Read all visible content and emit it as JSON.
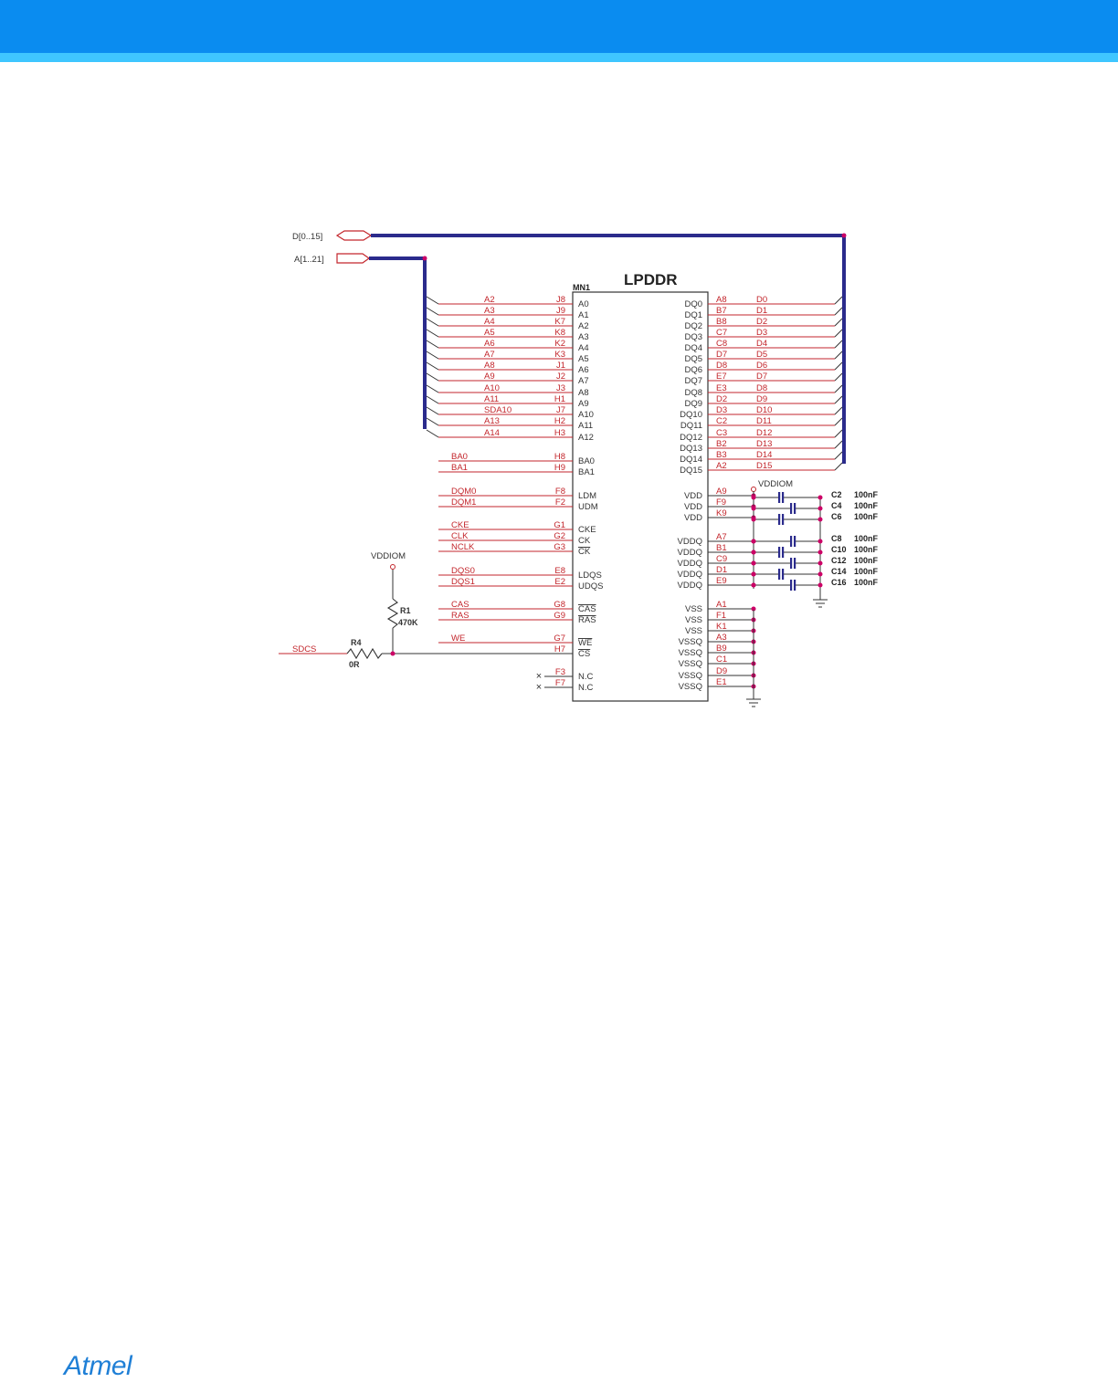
{
  "header": {
    "bar_color": "#0a8cf0",
    "strip_color": "#3fc6ff"
  },
  "colors": {
    "bus": "#2b2b8c",
    "net": "#c3262c",
    "wire": "#333333",
    "junction": "#cc0066",
    "cap": "#2b2b8c"
  },
  "schematic": {
    "ports": [
      {
        "label": "D[0..15]"
      },
      {
        "label": "A[1..21]"
      }
    ],
    "chip": {
      "ref": "MN1",
      "title": "LPDDR",
      "left_pins": [
        {
          "net": "A2",
          "ball": "J8",
          "name": "A0"
        },
        {
          "net": "A3",
          "ball": "J9",
          "name": "A1"
        },
        {
          "net": "A4",
          "ball": "K7",
          "name": "A2"
        },
        {
          "net": "A5",
          "ball": "K8",
          "name": "A3"
        },
        {
          "net": "A6",
          "ball": "K2",
          "name": "A4"
        },
        {
          "net": "A7",
          "ball": "K3",
          "name": "A5"
        },
        {
          "net": "A8",
          "ball": "J1",
          "name": "A6"
        },
        {
          "net": "A9",
          "ball": "J2",
          "name": "A7"
        },
        {
          "net": "A10",
          "ball": "J3",
          "name": "A8"
        },
        {
          "net": "A11",
          "ball": "H1",
          "name": "A9"
        },
        {
          "net": "SDA10",
          "ball": "J7",
          "name": "A10"
        },
        {
          "net": "A13",
          "ball": "H2",
          "name": "A11"
        },
        {
          "net": "A14",
          "ball": "H3",
          "name": "A12"
        },
        {
          "net": "BA0",
          "ball": "H8",
          "name": "BA0"
        },
        {
          "net": "BA1",
          "ball": "H9",
          "name": "BA1"
        },
        {
          "net": "DQM0",
          "ball": "F8",
          "name": "LDM"
        },
        {
          "net": "DQM1",
          "ball": "F2",
          "name": "UDM"
        },
        {
          "net": "CKE",
          "ball": "G1",
          "name": "CKE"
        },
        {
          "net": "CLK",
          "ball": "G2",
          "name": "CK"
        },
        {
          "net": "NCLK",
          "ball": "G3",
          "name": "CK"
        },
        {
          "net": "DQS0",
          "ball": "E8",
          "name": "LDQS"
        },
        {
          "net": "DQS1",
          "ball": "E2",
          "name": "UDQS"
        },
        {
          "net": "CAS",
          "ball": "G8",
          "name": "CAS"
        },
        {
          "net": "RAS",
          "ball": "G9",
          "name": "RAS"
        },
        {
          "net": "WE",
          "ball": "G7",
          "name": "WE"
        },
        {
          "net": "",
          "ball": "H7",
          "name": "CS"
        },
        {
          "net": "",
          "ball": "F3",
          "name": "N.C"
        },
        {
          "net": "",
          "ball": "F7",
          "name": "N.C"
        }
      ],
      "right_pins": [
        {
          "name": "DQ0",
          "ball": "A8",
          "net": "D0"
        },
        {
          "name": "DQ1",
          "ball": "B7",
          "net": "D1"
        },
        {
          "name": "DQ2",
          "ball": "B8",
          "net": "D2"
        },
        {
          "name": "DQ3",
          "ball": "C7",
          "net": "D3"
        },
        {
          "name": "DQ4",
          "ball": "C8",
          "net": "D4"
        },
        {
          "name": "DQ5",
          "ball": "D7",
          "net": "D5"
        },
        {
          "name": "DQ6",
          "ball": "D8",
          "net": "D6"
        },
        {
          "name": "DQ7",
          "ball": "E7",
          "net": "D7"
        },
        {
          "name": "DQ8",
          "ball": "E3",
          "net": "D8"
        },
        {
          "name": "DQ9",
          "ball": "D2",
          "net": "D9"
        },
        {
          "name": "DQ10",
          "ball": "D3",
          "net": "D10"
        },
        {
          "name": "DQ11",
          "ball": "C2",
          "net": "D11"
        },
        {
          "name": "DQ12",
          "ball": "C3",
          "net": "D12"
        },
        {
          "name": "DQ13",
          "ball": "B2",
          "net": "D13"
        },
        {
          "name": "DQ14",
          "ball": "B3",
          "net": "D14"
        },
        {
          "name": "DQ15",
          "ball": "A2",
          "net": "D15"
        },
        {
          "name": "VDD",
          "ball": "A9",
          "net": ""
        },
        {
          "name": "VDD",
          "ball": "F9",
          "net": ""
        },
        {
          "name": "VDD",
          "ball": "K9",
          "net": ""
        },
        {
          "name": "VDDQ",
          "ball": "A7",
          "net": ""
        },
        {
          "name": "VDDQ",
          "ball": "B1",
          "net": ""
        },
        {
          "name": "VDDQ",
          "ball": "C9",
          "net": ""
        },
        {
          "name": "VDDQ",
          "ball": "D1",
          "net": ""
        },
        {
          "name": "VDDQ",
          "ball": "E9",
          "net": ""
        },
        {
          "name": "VSS",
          "ball": "A1",
          "net": ""
        },
        {
          "name": "VSS",
          "ball": "F1",
          "net": ""
        },
        {
          "name": "VSS",
          "ball": "K1",
          "net": ""
        },
        {
          "name": "VSSQ",
          "ball": "A3",
          "net": ""
        },
        {
          "name": "VSSQ",
          "ball": "B9",
          "net": ""
        },
        {
          "name": "VSSQ",
          "ball": "C1",
          "net": ""
        },
        {
          "name": "VSSQ",
          "ball": "D9",
          "net": ""
        },
        {
          "name": "VSSQ",
          "ball": "E1",
          "net": ""
        }
      ]
    },
    "vddiom_cap": "VDDIOM",
    "capacitors": [
      {
        "ref": "C2",
        "value": "100nF"
      },
      {
        "ref": "C4",
        "value": "100nF"
      },
      {
        "ref": "C6",
        "value": "100nF"
      },
      {
        "ref": "C8",
        "value": "100nF"
      },
      {
        "ref": "C10",
        "value": "100nF"
      },
      {
        "ref": "C12",
        "value": "100nF"
      },
      {
        "ref": "C14",
        "value": "100nF"
      },
      {
        "ref": "C16",
        "value": "100nF"
      }
    ],
    "vddiom_res": "VDDIOM",
    "r1": {
      "ref": "R1",
      "value": "470K"
    },
    "r4": {
      "ref": "R4",
      "value": "0R"
    },
    "sdcs": "SDCS"
  },
  "footer": {
    "logo": "Atmel"
  }
}
